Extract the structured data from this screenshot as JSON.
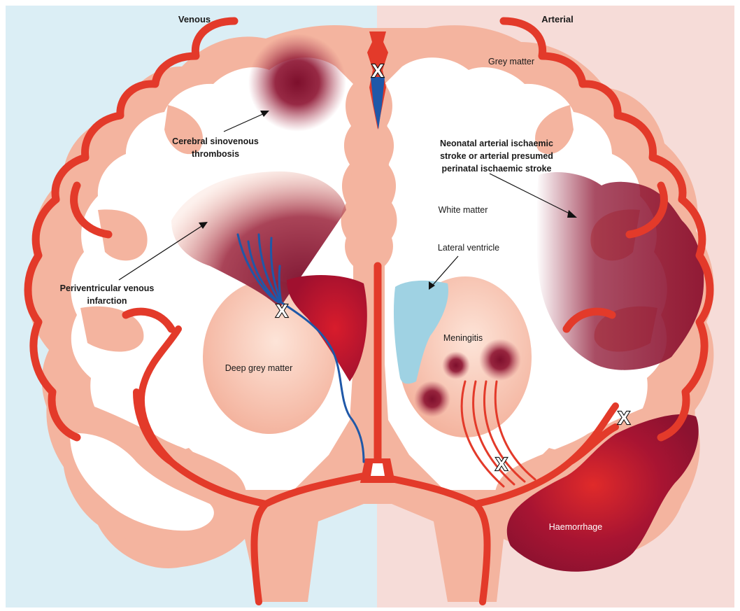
{
  "headers": {
    "left": "Venous",
    "right": "Arterial"
  },
  "labels": {
    "grey_matter": "Grey matter",
    "white_matter": "White matter",
    "lateral_ventricle": "Lateral ventricle",
    "deep_grey_matter": "Deep grey matter",
    "meningitis": "Meningitis",
    "haemorrhage": "Haemorrhage",
    "csvt": [
      "Cerebral sinovenous",
      "thrombosis"
    ],
    "pvi": [
      "Periventricular venous",
      "infarction"
    ],
    "nais": [
      "Neonatal arterial ischaemic",
      "stroke or arterial presumed",
      "perinatal ischaemic stroke"
    ]
  },
  "occlusion_marker": "X",
  "colors": {
    "venous_background": "#dbeef5",
    "arterial_background": "#f6dcd8",
    "grey_matter": "#f4b49f",
    "white_matter": "#ffffff",
    "artery": "#e33a2a",
    "vein": "#1f58a8",
    "lesion": "#8c1230",
    "ventricle": "#9fd2e3"
  }
}
